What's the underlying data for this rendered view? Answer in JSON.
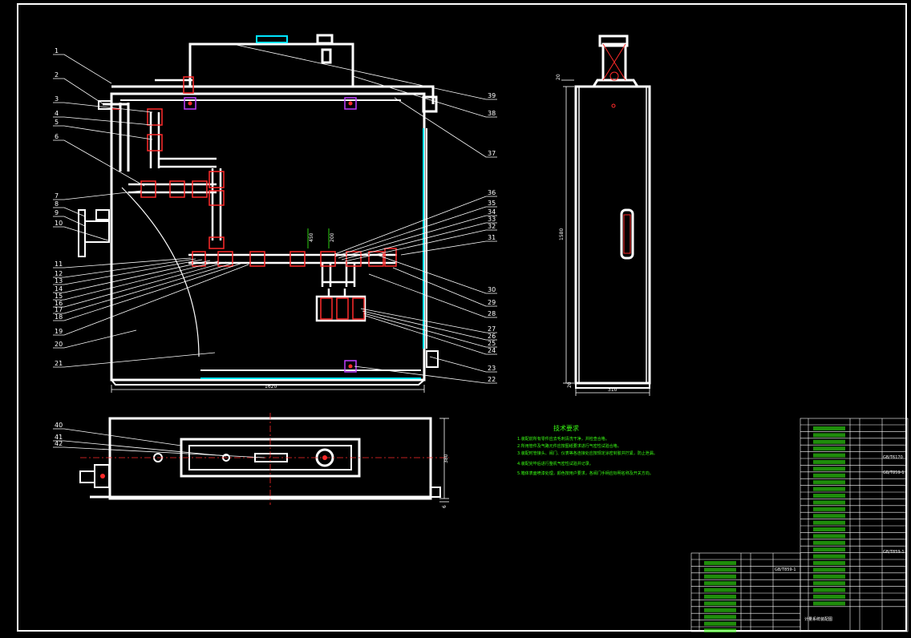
{
  "drawing": {
    "colors": {
      "background": "#000000",
      "frame": "#ffffff",
      "pipe": "#ffffff",
      "flange": "#ff2a2a",
      "centerline": "#ff2a2a",
      "glass": "#00e5ff",
      "mount": "#c040ff",
      "notes": "#39ff14"
    },
    "left_labels": [
      "1",
      "2",
      "3",
      "4",
      "5",
      "6",
      "7",
      "8",
      "9",
      "10",
      "11",
      "12",
      "13",
      "14",
      "15",
      "16",
      "17",
      "18",
      "19",
      "20",
      "21"
    ],
    "right_labels": [
      "39",
      "38",
      "37",
      "36",
      "35",
      "34",
      "33",
      "32",
      "31",
      "30",
      "29",
      "28",
      "27",
      "26",
      "25",
      "24",
      "23",
      "22"
    ],
    "plan_labels": [
      "40",
      "41",
      "42"
    ],
    "dimensions": {
      "front_width": "1620",
      "side_height": "1580",
      "side_width": "310",
      "side_top": "20",
      "side_bottom": "20",
      "plan_depth": "380",
      "plan_offset": "6",
      "fitting_small_a": "450",
      "fitting_small_b": "200"
    },
    "notes": {
      "title": "技术要求",
      "lines": [
        "1.装配前所有零件应去毛刺清洗干净，并检查合格。",
        "2.所用管件及气路元件应按图纸要求进行气密性试验合格。",
        "3.装配时管接头、阀门、仪表等各连接处应按规定涂密封胶并拧紧，防止泄漏。",
        "4.装配完毕后进行整机气密性试验并记录。",
        "5.箱体表面喷漆处理，颜色按用户要求，各阀门手柄应标明名称及开关方向。"
      ]
    },
    "title_block": {
      "name": "计量系统装配图",
      "codes": [
        "GB/T6170",
        "GB/T859-1",
        "GB/T859-1",
        "GB/T859-1"
      ]
    }
  }
}
